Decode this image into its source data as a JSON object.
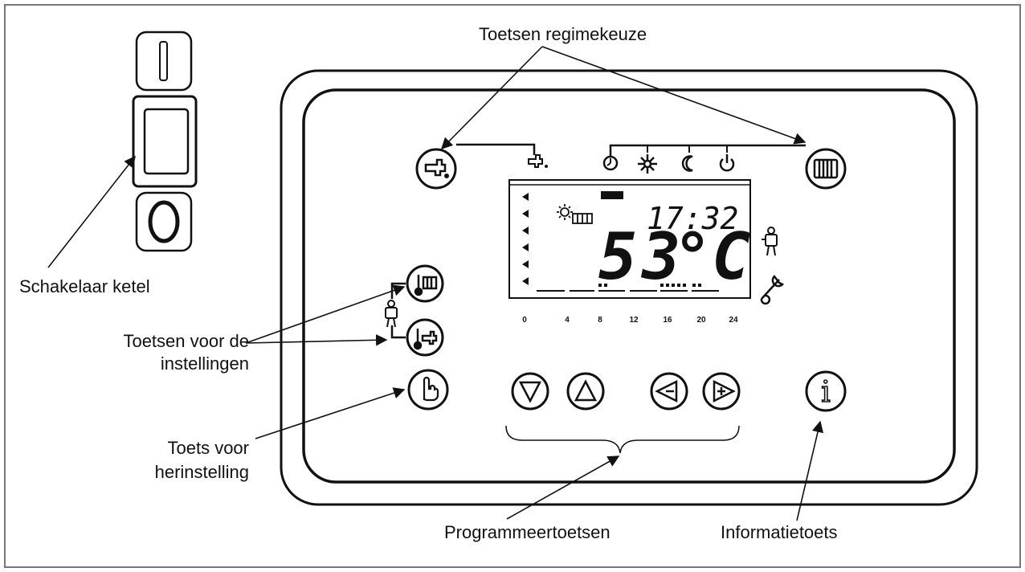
{
  "labels": {
    "mode_keys": "Toetsen regimekeuze",
    "boiler_switch": "Schakelaar ketel",
    "settings_keys_line1": "Toetsen voor de",
    "settings_keys_line2": "instellingen",
    "reset_key_line1": "Toets voor",
    "reset_key_line2": "herinstelling",
    "programming_keys": "Programmeertoetsen",
    "info_key": "Informatietoets"
  },
  "display": {
    "time": "17:32",
    "temperature": "53",
    "unit": "°C",
    "hour_ticks": [
      "0",
      "4",
      "8",
      "12",
      "16",
      "20",
      "24"
    ]
  },
  "switch": {
    "on_symbol": "I",
    "off_symbol": "O"
  },
  "info_button": {
    "symbol": "i"
  }
}
